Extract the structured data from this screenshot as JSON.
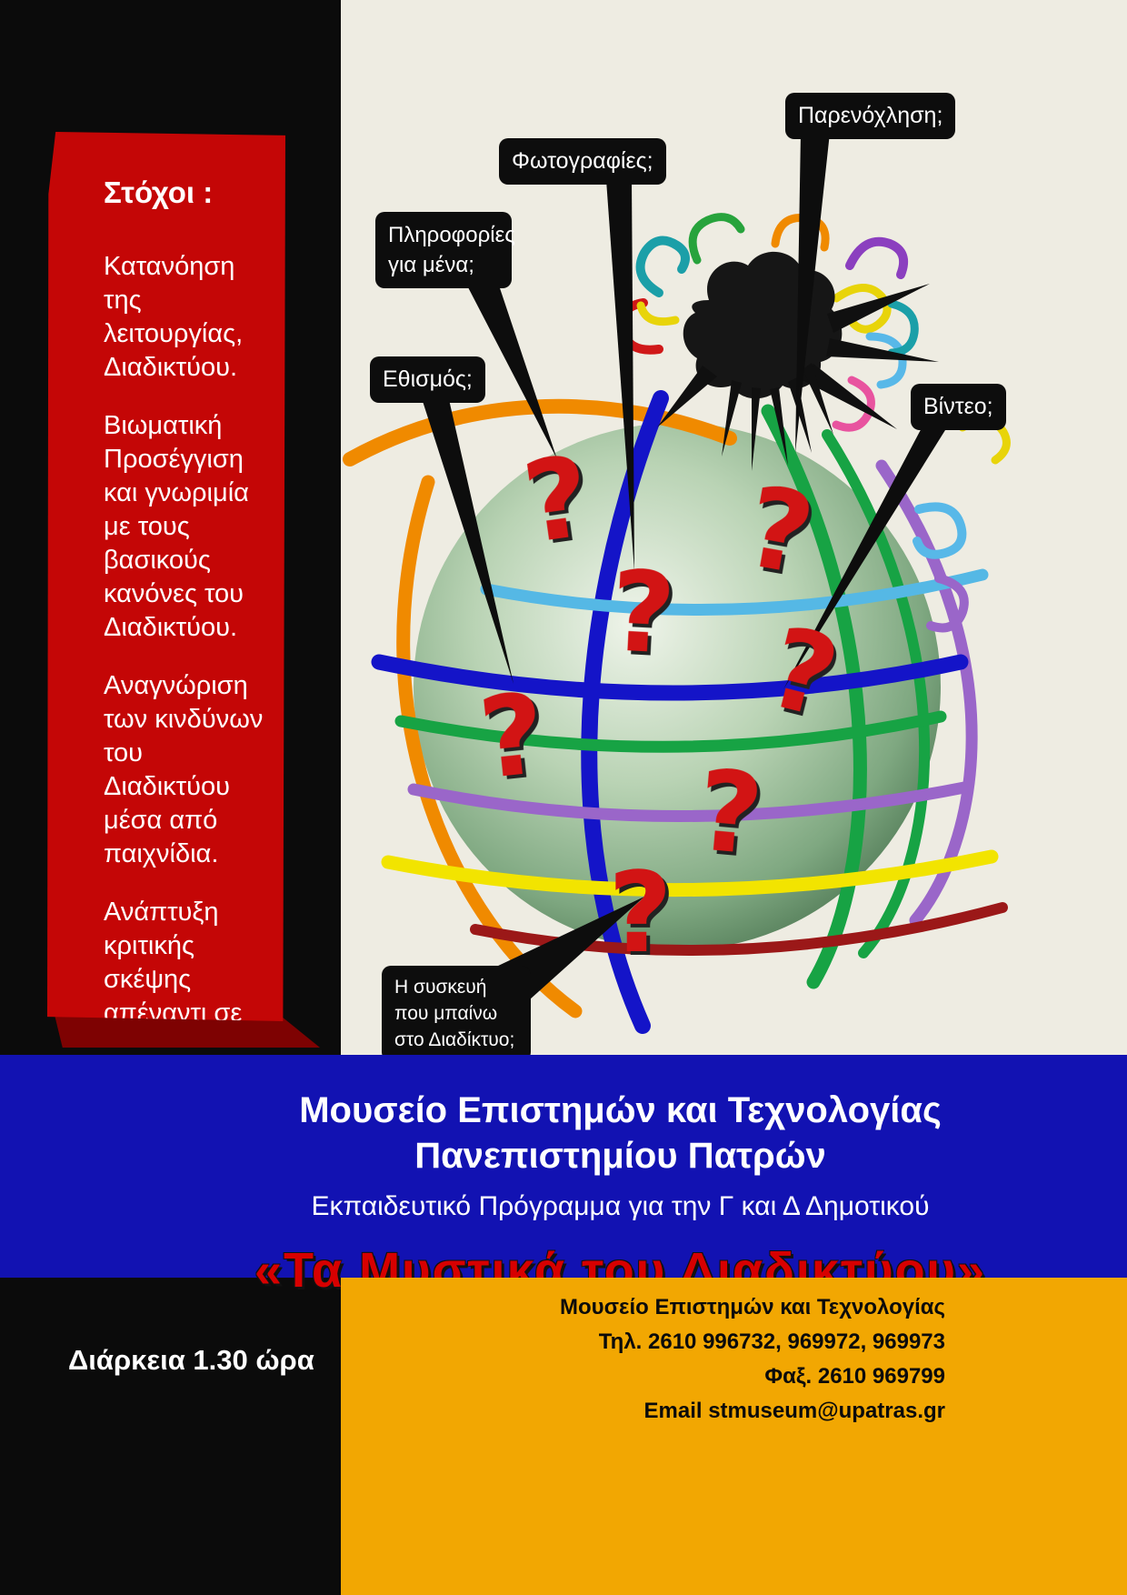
{
  "colors": {
    "background_black": "#0b0b0b",
    "ribbon_red": "#c40606",
    "ribbon_red_dark": "#7e0202",
    "panel_cream": "#eeece2",
    "band_blue": "#1212b2",
    "band_yellow": "#f2a702",
    "poster_title_red": "#d70000",
    "callout_black": "#0d0d0d",
    "question_mark_red": "#d21414",
    "globe_green": "#6f9d72"
  },
  "goals": {
    "title": "Στόχοι :",
    "items": [
      "Κατανόηση της λειτουργίας, Διαδικτύου.",
      "Βιωματική Προσέγγιση και γνωριμία με τους βασικούς κανόνες του Διαδικτύου.",
      "Αναγνώριση των  κινδύνων του Διαδικτύου μέσα από παιχνίδια.",
      "Ανάπτυξη κριτικής σκέψης απέναντι σε κινδύνους."
    ]
  },
  "callouts": {
    "personal_info": "Πληροφορίες για μένα;",
    "photos": "Φωτογραφίες;",
    "harassment": "Παρενόχληση;",
    "addiction": "Εθισμός;",
    "video": "Βίντεο;",
    "device": "Η συσκευή που μπαίνω  στο Διαδίκτυο;"
  },
  "globe": {
    "question_mark": "?"
  },
  "blue_band": {
    "museum_line1": "Μουσείο  Επιστημών και Τεχνολογίας",
    "museum_line2": "Πανεπιστημίου Πατρών",
    "program": "Εκπαιδευτικό Πρόγραμμα για την Γ και Δ Δημοτικού",
    "title": "«Τα Μυστικά του Διαδικτύου»"
  },
  "bottom": {
    "duration": "Διάρκεια  1.30 ώρα",
    "contact_lines": [
      "Μουσείο Επιστημών και Τεχνολογίας",
      "Τηλ. 2610 996732, 969972, 969973",
      "Φαξ. 2610 969799",
      "Email stmuseum@upatras.gr"
    ]
  }
}
